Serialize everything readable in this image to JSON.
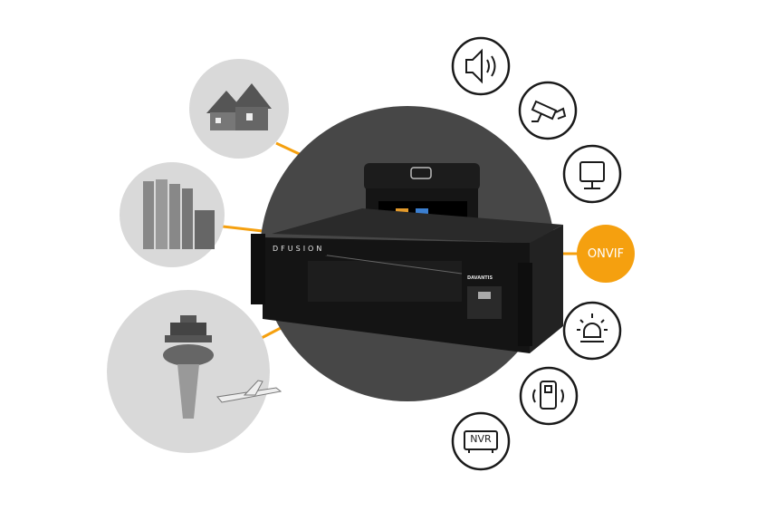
{
  "colors": {
    "accent": "#f5a00f",
    "hub": "#474747",
    "scene": "#d9d9d9"
  },
  "hub": {
    "product_text": "DFUSION",
    "brand": "DAVANTIS"
  },
  "scenes": [
    {
      "icon": "house-icon"
    },
    {
      "icon": "silo-icon"
    },
    {
      "icon": "control-tower-icon"
    }
  ],
  "integrations": [
    {
      "icon": "speaker-icon"
    },
    {
      "icon": "cctv-camera-icon"
    },
    {
      "icon": "monitor-icon"
    },
    {
      "label": "ONVIF"
    },
    {
      "icon": "alarm-beacon-icon"
    },
    {
      "icon": "remote-control-icon"
    },
    {
      "label": "NVR",
      "icon": "nvr-icon"
    }
  ]
}
